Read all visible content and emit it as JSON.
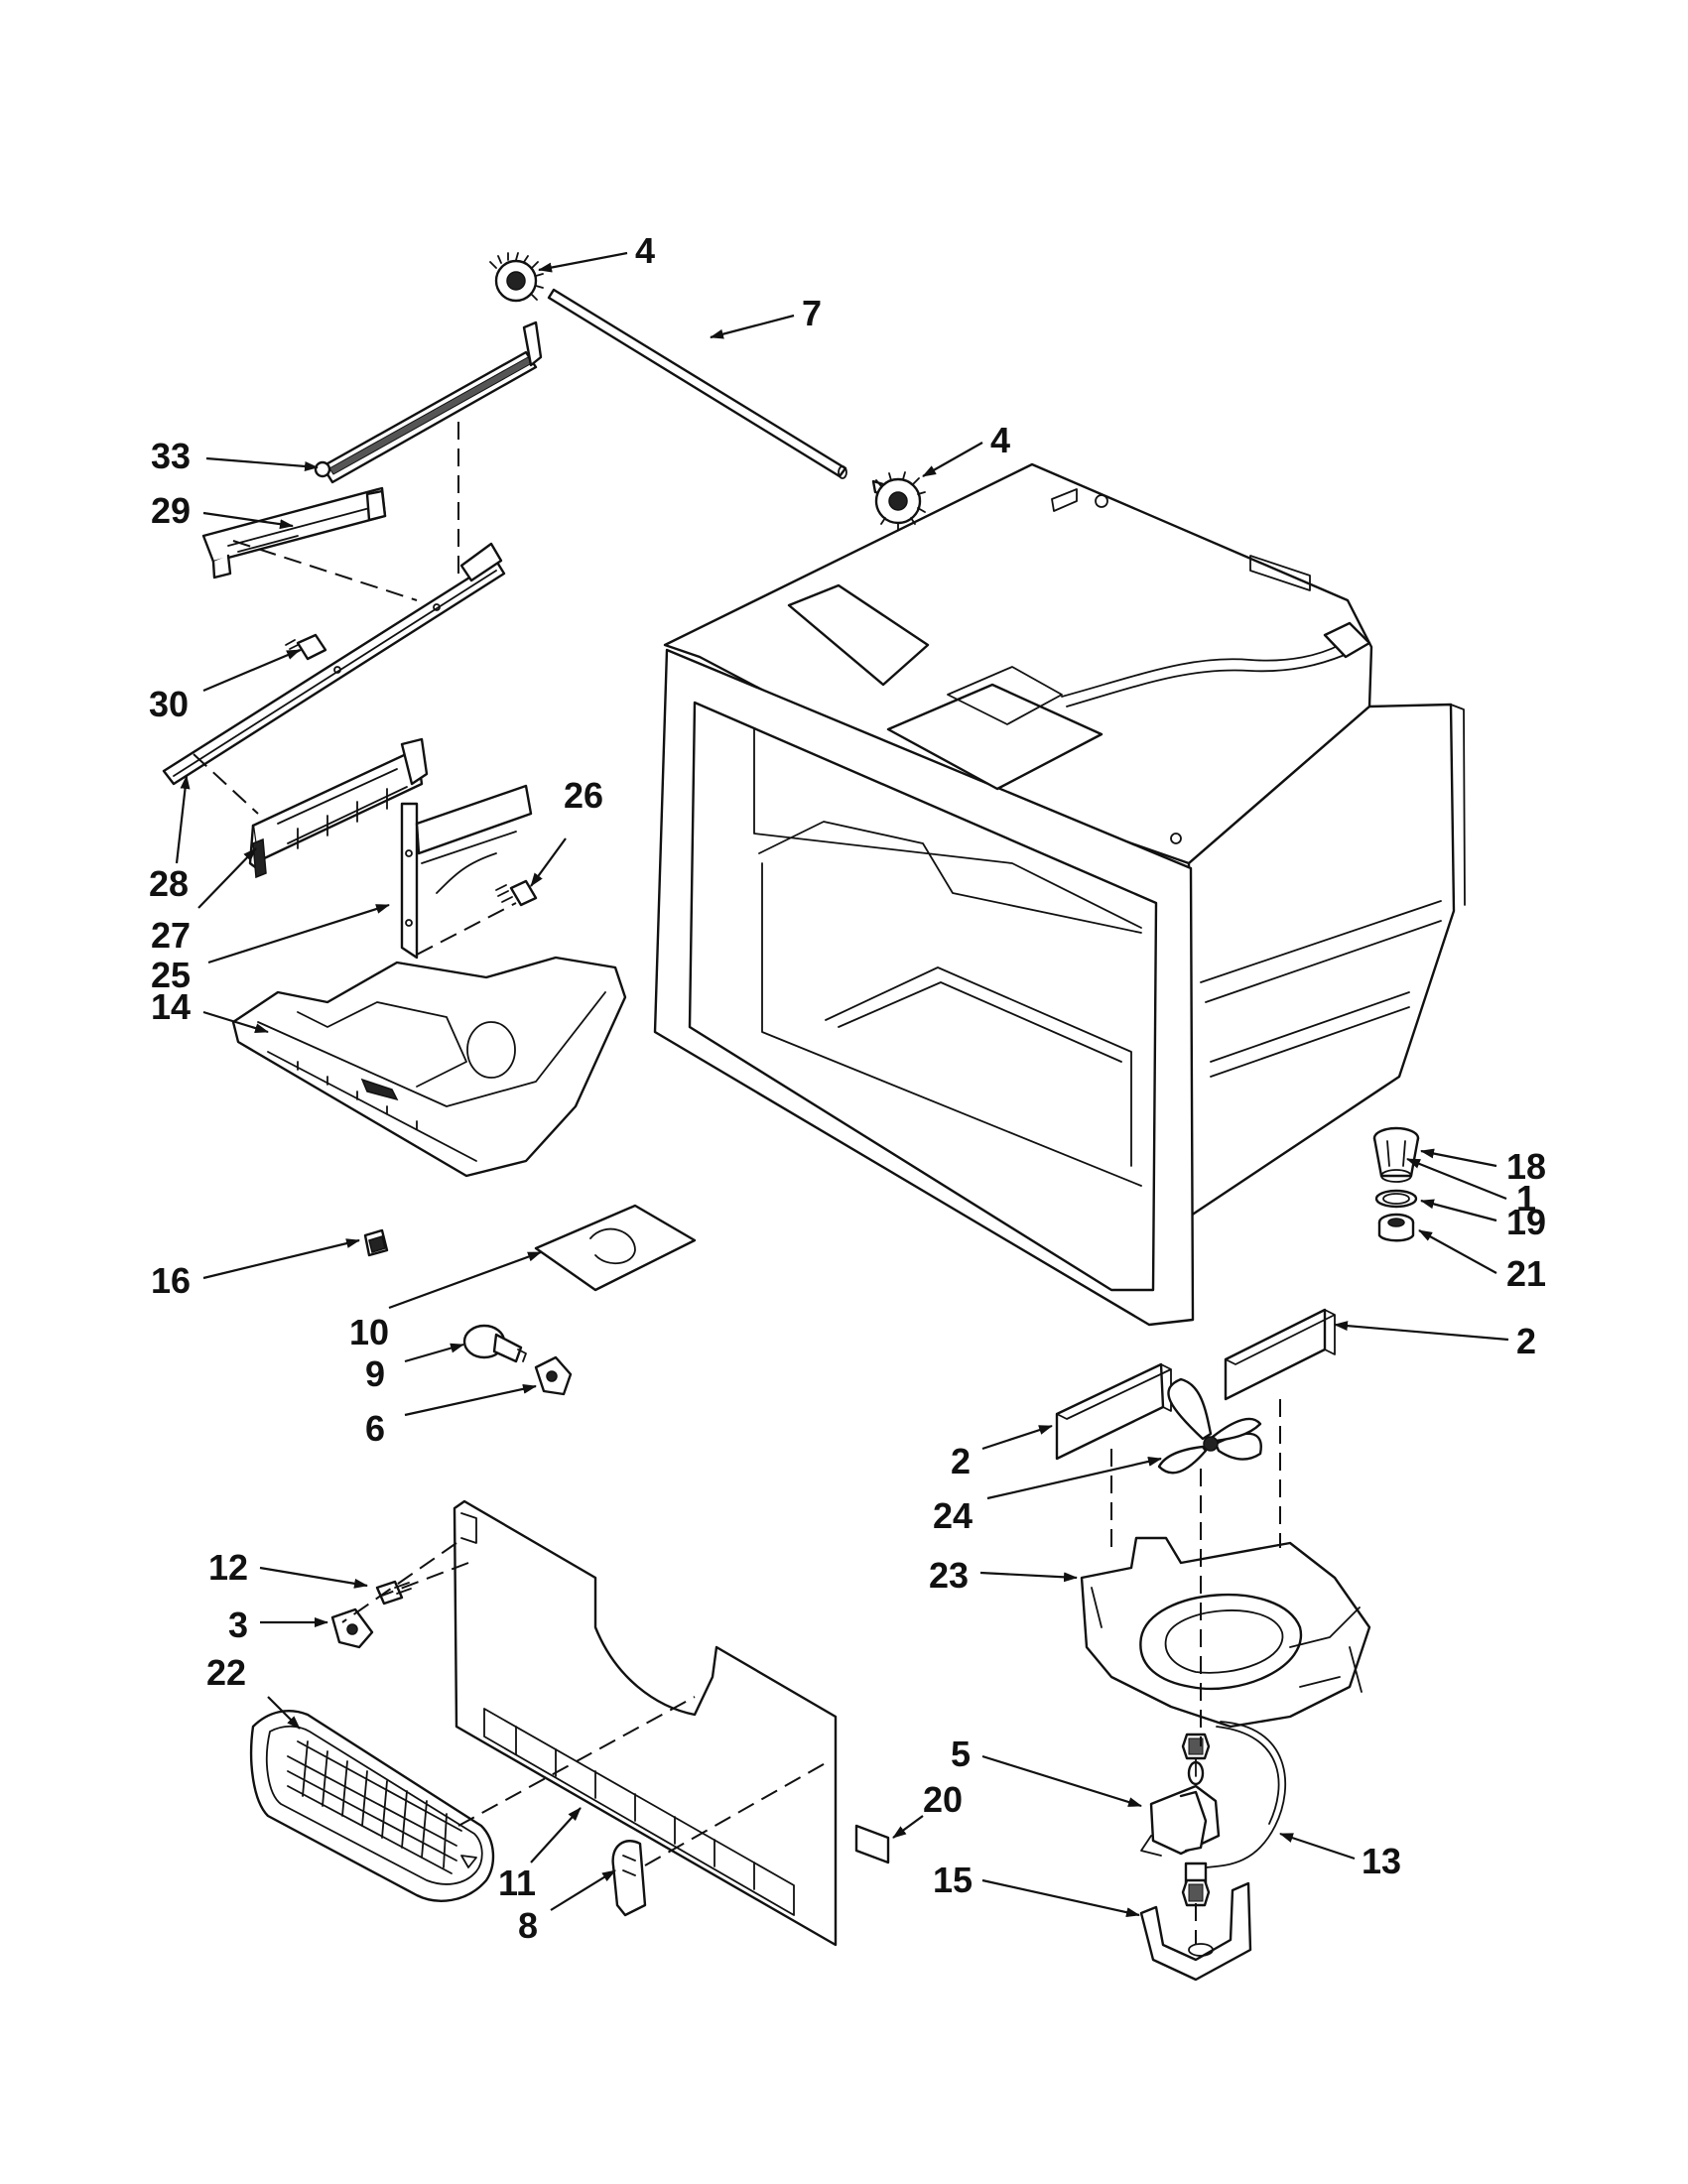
{
  "callouts": [
    {
      "label": "4"
    },
    {
      "label": "7"
    },
    {
      "label": "4"
    },
    {
      "label": "33"
    },
    {
      "label": "29"
    },
    {
      "label": "30"
    },
    {
      "label": "26"
    },
    {
      "label": "28"
    },
    {
      "label": "27"
    },
    {
      "label": "25"
    },
    {
      "label": "14"
    },
    {
      "label": "1"
    },
    {
      "label": "18"
    },
    {
      "label": "19"
    },
    {
      "label": "21"
    },
    {
      "label": "16"
    },
    {
      "label": "10"
    },
    {
      "label": "9"
    },
    {
      "label": "6"
    },
    {
      "label": "2"
    },
    {
      "label": "2"
    },
    {
      "label": "24"
    },
    {
      "label": "23"
    },
    {
      "label": "12"
    },
    {
      "label": "3"
    },
    {
      "label": "22"
    },
    {
      "label": "5"
    },
    {
      "label": "20"
    },
    {
      "label": "13"
    },
    {
      "label": "11"
    },
    {
      "label": "15"
    },
    {
      "label": "8"
    }
  ]
}
